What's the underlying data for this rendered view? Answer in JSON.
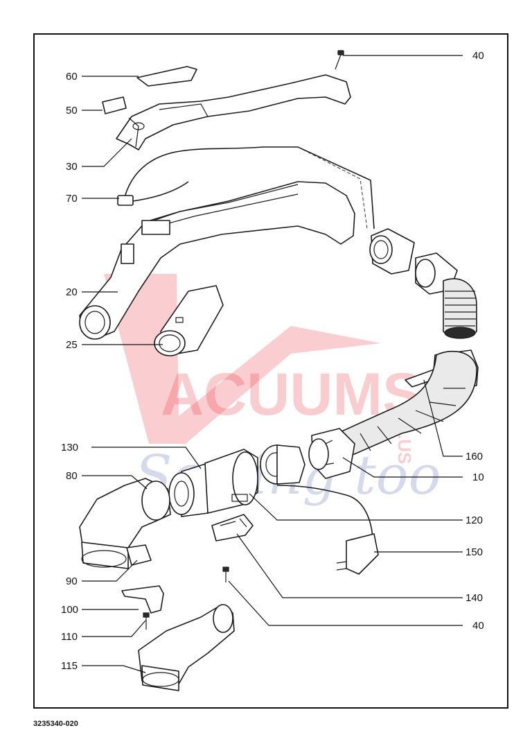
{
  "diagram": {
    "callouts": [
      {
        "id": "40-top",
        "label": "40"
      },
      {
        "id": "60",
        "label": "60"
      },
      {
        "id": "50",
        "label": "50"
      },
      {
        "id": "30",
        "label": "30"
      },
      {
        "id": "70",
        "label": "70"
      },
      {
        "id": "20",
        "label": "20"
      },
      {
        "id": "25",
        "label": "25"
      },
      {
        "id": "160",
        "label": "160"
      },
      {
        "id": "10",
        "label": "10"
      },
      {
        "id": "130",
        "label": "130"
      },
      {
        "id": "80",
        "label": "80"
      },
      {
        "id": "120",
        "label": "120"
      },
      {
        "id": "150",
        "label": "150"
      },
      {
        "id": "90",
        "label": "90"
      },
      {
        "id": "140",
        "label": "140"
      },
      {
        "id": "100",
        "label": "100"
      },
      {
        "id": "110",
        "label": "110"
      },
      {
        "id": "40-bottom",
        "label": "40"
      },
      {
        "id": "115",
        "label": "115"
      }
    ],
    "document_number": "3235340-020"
  },
  "watermark": {
    "line1": "ACUUMS",
    "line2": "Sewing too",
    "badge": "PLUS",
    "colors": {
      "primary": "#e8212a",
      "secondary": "#6f79b8"
    }
  }
}
